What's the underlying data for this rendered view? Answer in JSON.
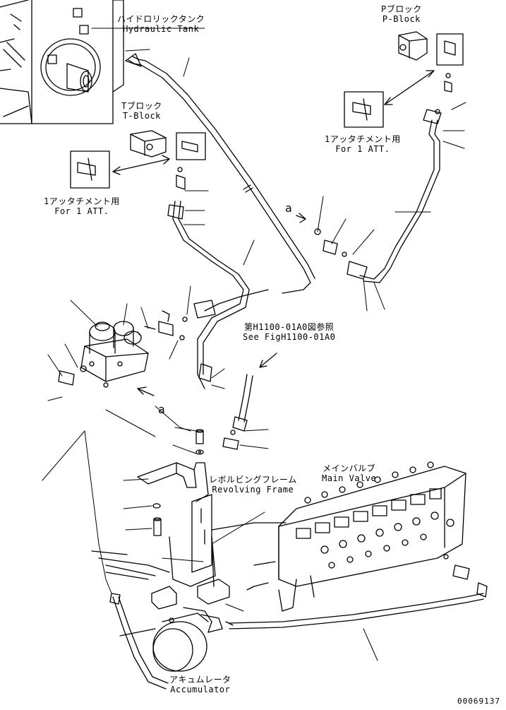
{
  "labels": {
    "hydraulic_tank": {
      "jp": "ハイドロリックタンク",
      "en": "Hydraulic Tank"
    },
    "p_block": {
      "jp": "Pブロック",
      "en": "P-Block"
    },
    "t_block": {
      "jp": "Tブロック",
      "en": "T-Block"
    },
    "att_right": {
      "jp": "1アッタチメント用",
      "en": "For 1 ATT."
    },
    "att_left": {
      "jp": "1アッタチメント用",
      "en": "For 1 ATT."
    },
    "see_fig": {
      "jp": "第H1100-01A0図参照",
      "en": "See FigH1100-01A0"
    },
    "revolving_frame": {
      "jp": "レボルビングフレーム",
      "en": "Revolving Frame"
    },
    "main_valve": {
      "jp": "メインバルブ",
      "en": "Main Valve"
    },
    "accumulator": {
      "jp": "アキュムレータ",
      "en": "Accumulator"
    }
  },
  "ref_marks": {
    "a_upper": "a",
    "a_lower": "a"
  },
  "document_id": "00069137"
}
